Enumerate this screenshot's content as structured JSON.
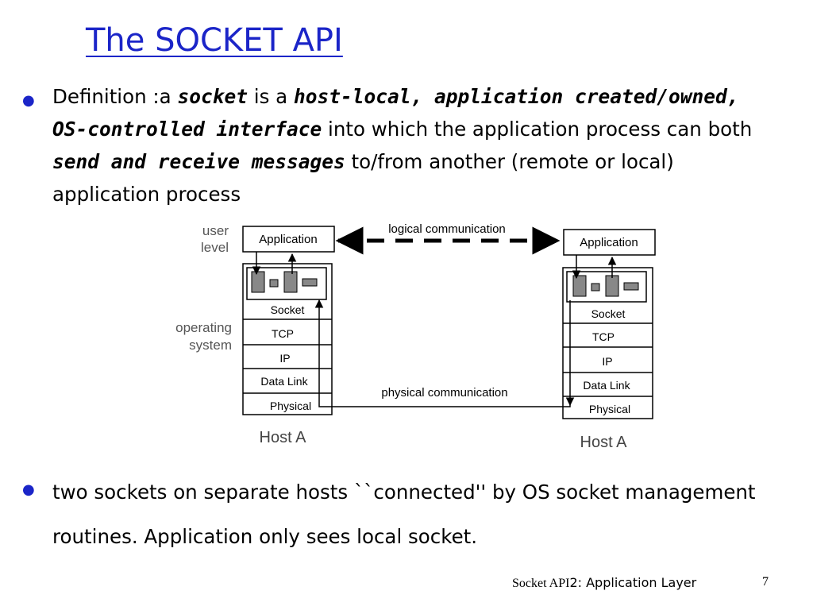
{
  "title": "The SOCKET API",
  "bullets": [
    {
      "definition_prefix": "Definition :a ",
      "socket_term": "socket",
      "is_a": " is a ",
      "definition_emph": "host-local, application created/owned, OS-controlled interface",
      "into_which": " into which the application process can both ",
      "send_receive": "send and receive messages",
      "to_from": " to/from another (remote or local) application process"
    },
    {
      "text": "two sockets on separate hosts ``connected'' by OS socket management routines. Application only sees local socket."
    }
  ],
  "diagram": {
    "user_level": [
      "user",
      "level"
    ],
    "operating_system": [
      "operating",
      "system"
    ],
    "logical_communication": "logical communication",
    "physical_communication": "physical communication",
    "host_left": {
      "application": "Application",
      "layers": [
        "Socket",
        "TCP",
        "IP",
        "Data Link",
        "Physical"
      ],
      "label": "Host A"
    },
    "host_right": {
      "application": "Application",
      "layers": [
        "Socket",
        "TCP",
        "IP",
        "Data Link",
        "Physical"
      ],
      "label": "Host A"
    }
  },
  "footer": {
    "prefix": "Socket API",
    "suffix": "2: Application Layer",
    "page": "7"
  }
}
